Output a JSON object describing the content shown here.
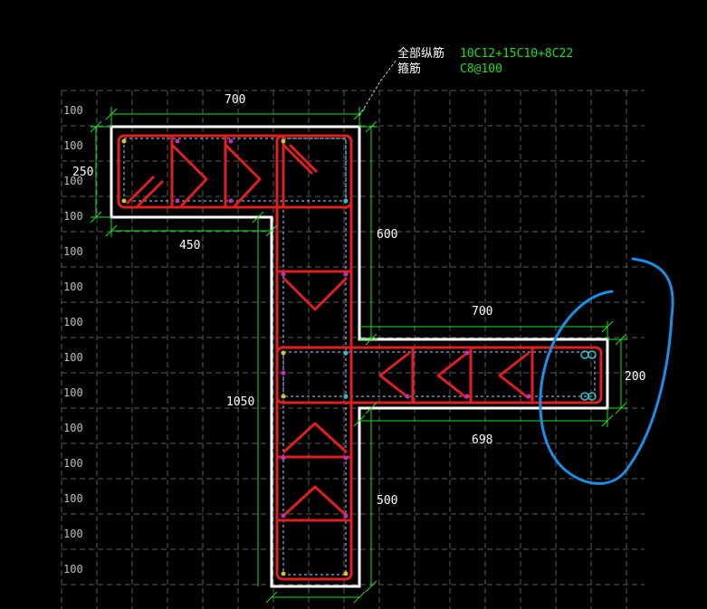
{
  "annotation": {
    "line1_label": "全部纵筋",
    "line1_value": "10C12+15C10+8C22",
    "line2_label": "箍筋",
    "line2_value": "C8@100",
    "label_color": "#ffffff",
    "value_color": "#22dd22"
  },
  "grid_labels": [
    "100",
    "100",
    "100",
    "100",
    "100",
    "100",
    "100",
    "100",
    "100",
    "100",
    "100",
    "100",
    "100",
    "100"
  ],
  "dimensions": {
    "top_width": "700",
    "left_height": "250",
    "flange_under": "450",
    "web_upper": "600",
    "arm_top": "700",
    "arm_height": "200",
    "arm_bottom": "698",
    "web_total": "1050",
    "web_lower": "500"
  },
  "colors": {
    "background": "#000000",
    "outline": "#ffffff",
    "rebar": "#e02020",
    "dimension": "#22dd22",
    "grid": "#5a5a5a",
    "markup": "#1a8fe6"
  }
}
